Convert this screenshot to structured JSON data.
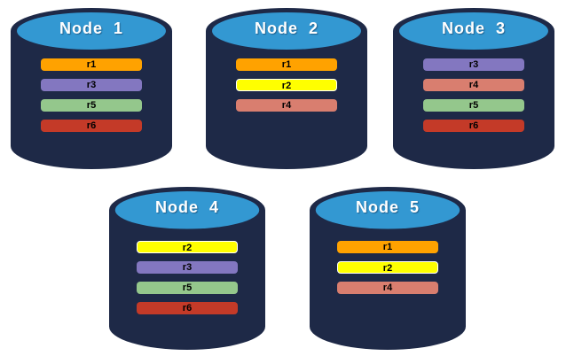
{
  "diagram_title": "",
  "colors": {
    "cylinder_body": "#1E2947",
    "cylinder_top": "#3398D2",
    "replica_r1": "#FFA200",
    "replica_r2": "#FFFF00",
    "replica_r2_border": "#FFFFFF",
    "replica_r3": "#8377C0",
    "replica_r4": "#D97E6F",
    "replica_r5": "#94C78C",
    "replica_r6": "#C43A28"
  },
  "nodes": [
    {
      "title": "Node  1",
      "replicas": [
        {
          "label": "r1",
          "color": "#FFA200"
        },
        {
          "label": "r3",
          "color": "#8377C0"
        },
        {
          "label": "r5",
          "color": "#94C78C"
        },
        {
          "label": "r6",
          "color": "#C43A28"
        }
      ]
    },
    {
      "title": "Node  2",
      "replicas": [
        {
          "label": "r1",
          "color": "#FFA200"
        },
        {
          "label": "r2",
          "color": "#FFFF00",
          "border": "#FFFFFF"
        },
        {
          "label": "r4",
          "color": "#D97E6F"
        }
      ]
    },
    {
      "title": "Node  3",
      "replicas": [
        {
          "label": "r3",
          "color": "#8377C0"
        },
        {
          "label": "r4",
          "color": "#D97E6F"
        },
        {
          "label": "r5",
          "color": "#94C78C"
        },
        {
          "label": "r6",
          "color": "#C43A28"
        }
      ]
    },
    {
      "title": "Node  4",
      "replicas": [
        {
          "label": "r2",
          "color": "#FFFF00",
          "border": "#FFFFFF"
        },
        {
          "label": "r3",
          "color": "#8377C0"
        },
        {
          "label": "r5",
          "color": "#94C78C"
        },
        {
          "label": "r6",
          "color": "#C43A28"
        }
      ]
    },
    {
      "title": "Node  5",
      "replicas": [
        {
          "label": "r1",
          "color": "#FFA200"
        },
        {
          "label": "r2",
          "color": "#FFFF00",
          "border": "#FFFFFF"
        },
        {
          "label": "r4",
          "color": "#D97E6F"
        }
      ]
    }
  ]
}
